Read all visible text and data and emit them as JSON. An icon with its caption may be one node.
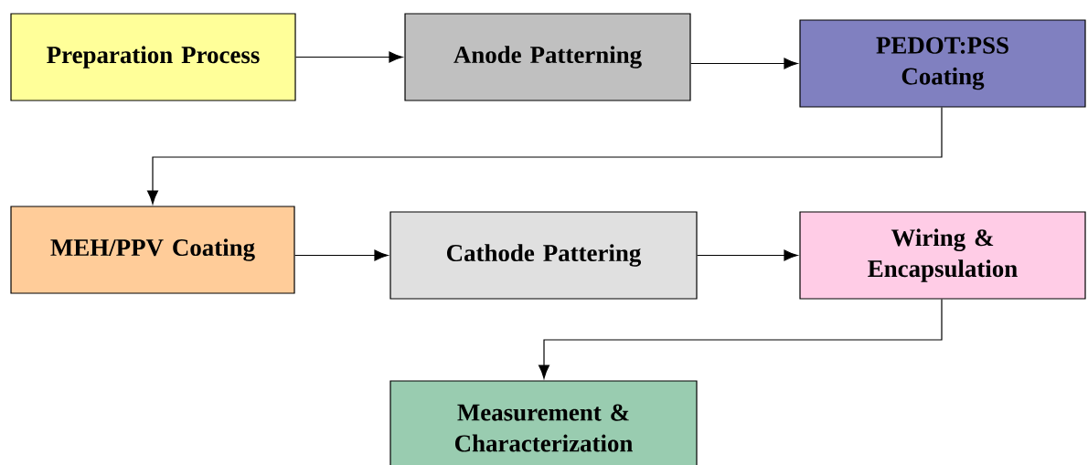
{
  "diagram": {
    "nodes": [
      {
        "text": [
          "Preparation Process"
        ]
      },
      {
        "text": [
          "Anode Patterning"
        ]
      },
      {
        "text": [
          "PEDOT:PSS Coating"
        ]
      },
      {
        "text": [
          "MEH/PPV Coating"
        ]
      },
      {
        "text": [
          "Cathode Pattering"
        ]
      },
      {
        "text": [
          "Wiring & Encapsulation"
        ]
      },
      {
        "text": [
          "Measurement & Characterization"
        ]
      }
    ],
    "edges": [
      {
        "from": 0,
        "to": 1,
        "arrow": "to"
      },
      {
        "from": 1,
        "to": 2,
        "arrow": "to"
      },
      {
        "from": 2,
        "to": 3,
        "arrow": "to"
      },
      {
        "from": 3,
        "to": 4,
        "arrow": "to"
      },
      {
        "from": 4,
        "to": 5,
        "arrow": "to"
      },
      {
        "from": 5,
        "to": 6,
        "arrow": "to"
      }
    ]
  }
}
